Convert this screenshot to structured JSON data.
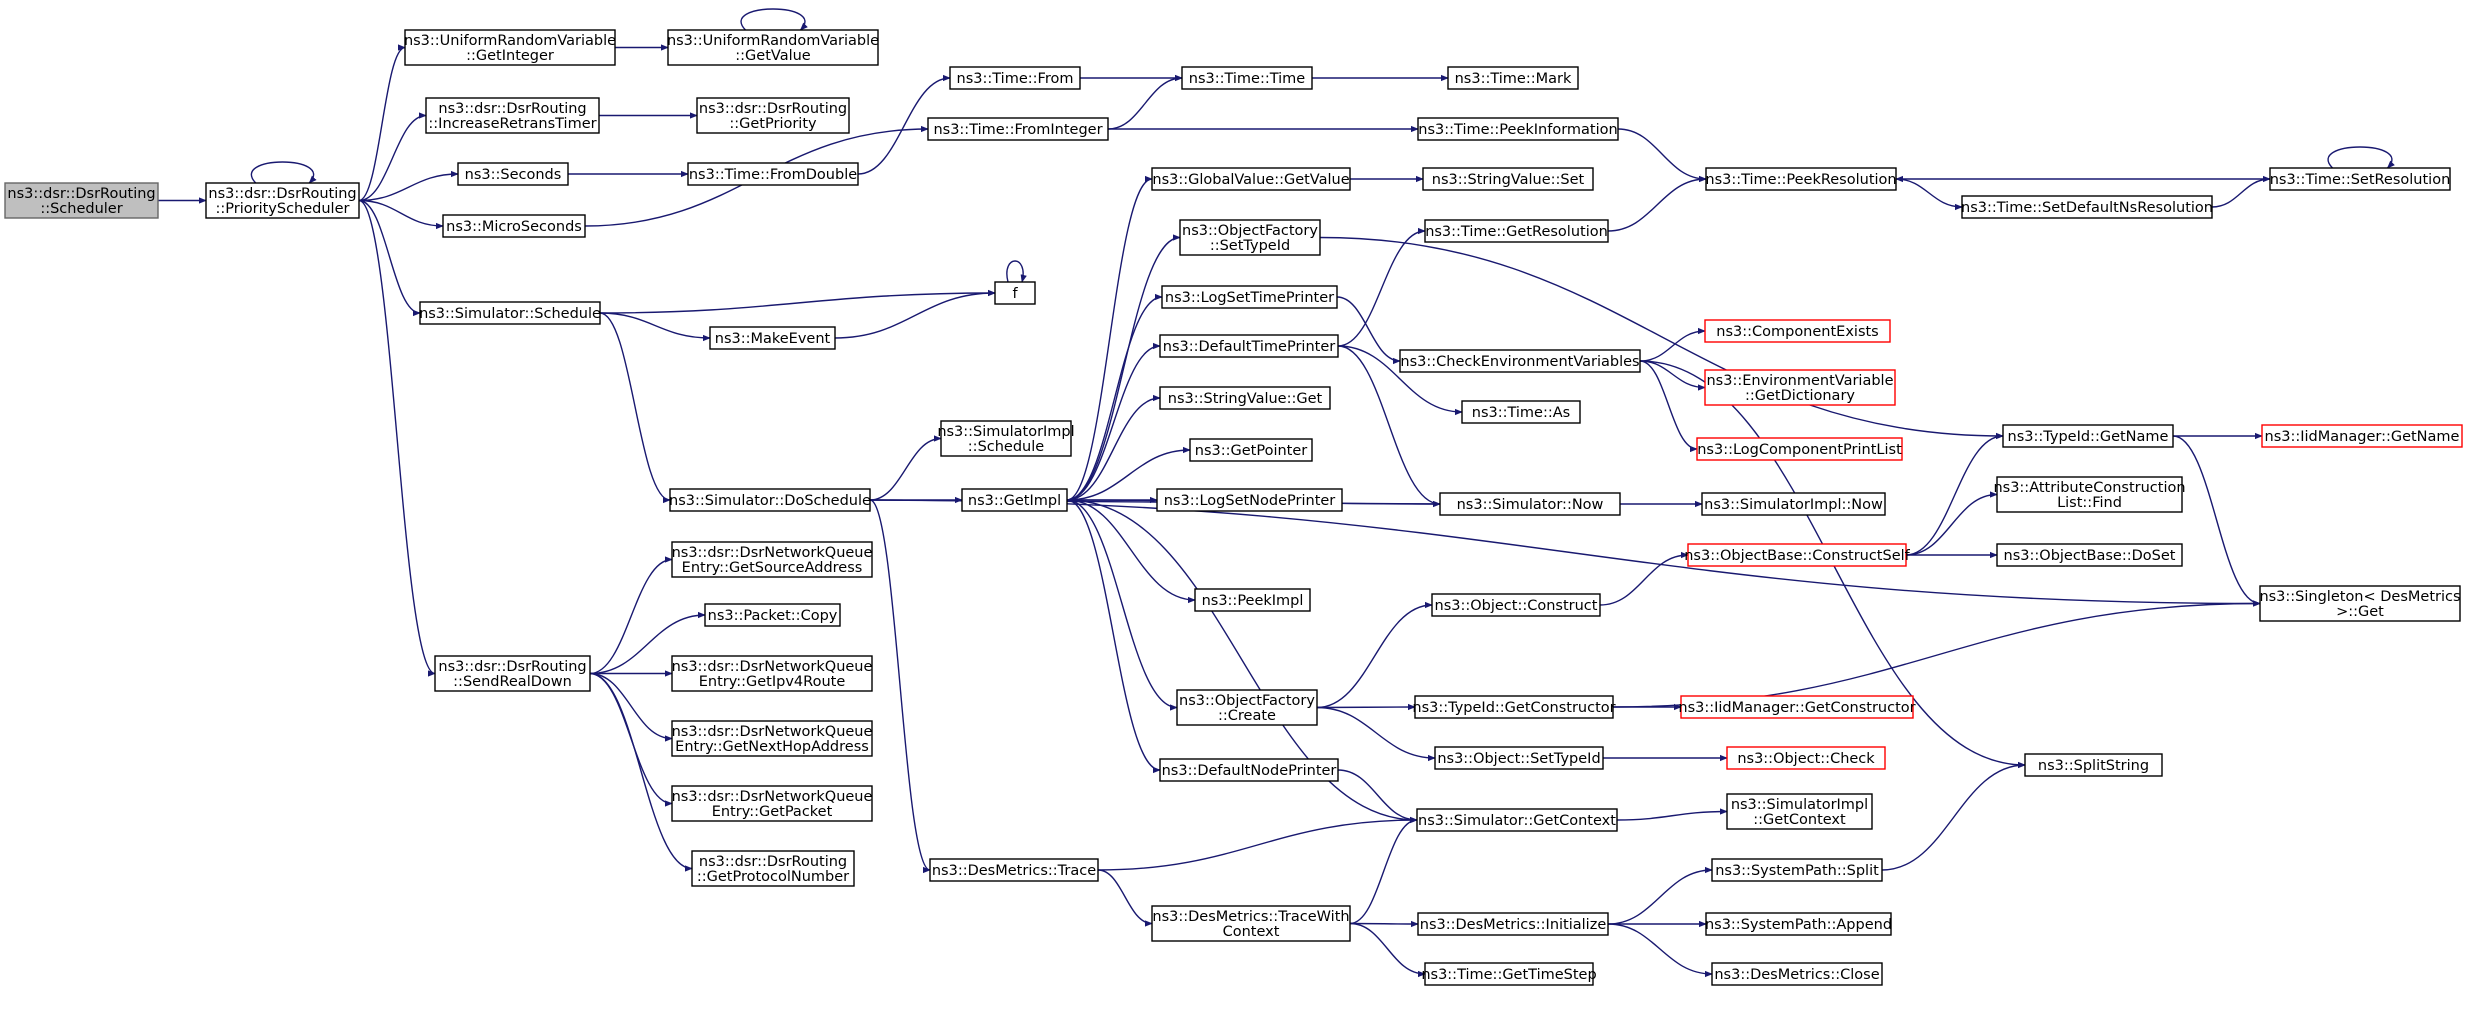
{
  "colors": {
    "edge": "#191970",
    "root_fill": "#bfbfbf",
    "truncated_border": "#ff0000",
    "border": "#000000"
  },
  "nodes": [
    {
      "id": "scheduler",
      "lines": [
        "ns3::dsr::DsrRouting",
        "::Scheduler"
      ],
      "root": true
    },
    {
      "id": "priosched",
      "lines": [
        "ns3::dsr::DsrRouting",
        "::PriorityScheduler"
      ]
    },
    {
      "id": "urvgetint",
      "lines": [
        "ns3::UniformRandomVariable",
        "::GetInteger"
      ]
    },
    {
      "id": "urvgetval",
      "lines": [
        "ns3::UniformRandomVariable",
        "::GetValue"
      ]
    },
    {
      "id": "incretrans",
      "lines": [
        "ns3::dsr::DsrRouting",
        "::IncreaseRetransTimer"
      ]
    },
    {
      "id": "getprio",
      "lines": [
        "ns3::dsr::DsrRouting",
        "::GetPriority"
      ]
    },
    {
      "id": "seconds",
      "lines": [
        "ns3::Seconds"
      ]
    },
    {
      "id": "fromdouble",
      "lines": [
        "ns3::Time::FromDouble"
      ]
    },
    {
      "id": "microsec",
      "lines": [
        "ns3::MicroSeconds"
      ]
    },
    {
      "id": "timefrom",
      "lines": [
        "ns3::Time::From"
      ]
    },
    {
      "id": "fromint",
      "lines": [
        "ns3::Time::FromInteger"
      ]
    },
    {
      "id": "timetime",
      "lines": [
        "ns3::Time::Time"
      ]
    },
    {
      "id": "timemark",
      "lines": [
        "ns3::Time::Mark"
      ]
    },
    {
      "id": "peekinfo",
      "lines": [
        "ns3::Time::PeekInformation"
      ]
    },
    {
      "id": "peekres",
      "lines": [
        "ns3::Time::PeekResolution"
      ]
    },
    {
      "id": "setres",
      "lines": [
        "ns3::Time::SetResolution"
      ]
    },
    {
      "id": "setdefres",
      "lines": [
        "ns3::Time::SetDefaultNsResolution"
      ]
    },
    {
      "id": "gvgetval",
      "lines": [
        "ns3::GlobalValue::GetValue"
      ]
    },
    {
      "id": "svset",
      "lines": [
        "ns3::StringValue::Set"
      ]
    },
    {
      "id": "ofsettypeid",
      "lines": [
        "ns3::ObjectFactory",
        "::SetTypeId"
      ]
    },
    {
      "id": "getresol",
      "lines": [
        "ns3::Time::GetResolution"
      ]
    },
    {
      "id": "logsettime",
      "lines": [
        "ns3::LogSetTimePrinter"
      ]
    },
    {
      "id": "deftimeprinter",
      "lines": [
        "ns3::DefaultTimePrinter"
      ]
    },
    {
      "id": "checkenv",
      "lines": [
        "ns3::CheckEnvironmentVariables"
      ]
    },
    {
      "id": "compexists",
      "lines": [
        "ns3::ComponentExists"
      ],
      "truncated": true
    },
    {
      "id": "envgetdict",
      "lines": [
        "ns3::EnvironmentVariable",
        "::GetDictionary"
      ],
      "truncated": true
    },
    {
      "id": "logcompprint",
      "lines": [
        "ns3::LogComponentPrintList"
      ],
      "truncated": true
    },
    {
      "id": "timeas",
      "lines": [
        "ns3::Time::As"
      ]
    },
    {
      "id": "typeidgetname",
      "lines": [
        "ns3::TypeId::GetName"
      ]
    },
    {
      "id": "iidgetname",
      "lines": [
        "ns3::IidManager::GetName"
      ],
      "truncated": true
    },
    {
      "id": "simschedule",
      "lines": [
        "ns3::Simulator::Schedule"
      ]
    },
    {
      "id": "fnode",
      "lines": [
        "f"
      ]
    },
    {
      "id": "makeevent",
      "lines": [
        "ns3::MakeEvent"
      ]
    },
    {
      "id": "svget",
      "lines": [
        "ns3::StringValue::Get"
      ]
    },
    {
      "id": "simimplsched",
      "lines": [
        "ns3::SimulatorImpl",
        "::Schedule"
      ]
    },
    {
      "id": "getpointer",
      "lines": [
        "ns3::GetPointer"
      ]
    },
    {
      "id": "dosched",
      "lines": [
        "ns3::Simulator::DoSchedule"
      ]
    },
    {
      "id": "getimpl",
      "lines": [
        "ns3::GetImpl"
      ]
    },
    {
      "id": "logsetnode",
      "lines": [
        "ns3::LogSetNodePrinter"
      ]
    },
    {
      "id": "simnow",
      "lines": [
        "ns3::Simulator::Now"
      ]
    },
    {
      "id": "simimplnow",
      "lines": [
        "ns3::SimulatorImpl::Now"
      ]
    },
    {
      "id": "attrfind",
      "lines": [
        "ns3::AttributeConstruction",
        "List::Find"
      ]
    },
    {
      "id": "constructself",
      "lines": [
        "ns3::ObjectBase::ConstructSelf"
      ],
      "truncated": true
    },
    {
      "id": "doset",
      "lines": [
        "ns3::ObjectBase::DoSet"
      ]
    },
    {
      "id": "peekimpl",
      "lines": [
        "ns3::PeekImpl"
      ]
    },
    {
      "id": "objconstruct",
      "lines": [
        "ns3::Object::Construct"
      ]
    },
    {
      "id": "singleton",
      "lines": [
        "ns3::Singleton< DesMetrics",
        " >::Get"
      ]
    },
    {
      "id": "getsrcaddr",
      "lines": [
        "ns3::dsr::DsrNetworkQueue",
        "Entry::GetSourceAddress"
      ]
    },
    {
      "id": "pktcopy",
      "lines": [
        "ns3::Packet::Copy"
      ]
    },
    {
      "id": "sendrealdown",
      "lines": [
        "ns3::dsr::DsrRouting",
        "::SendRealDown"
      ]
    },
    {
      "id": "getipv4",
      "lines": [
        "ns3::dsr::DsrNetworkQueue",
        "Entry::GetIpv4Route"
      ]
    },
    {
      "id": "getnexthop",
      "lines": [
        "ns3::dsr::DsrNetworkQueue",
        "Entry::GetNextHopAddress"
      ]
    },
    {
      "id": "getpacket",
      "lines": [
        "ns3::dsr::DsrNetworkQueue",
        "Entry::GetPacket"
      ]
    },
    {
      "id": "getproto",
      "lines": [
        "ns3::dsr::DsrRouting",
        "::GetProtocolNumber"
      ]
    },
    {
      "id": "ofcreate",
      "lines": [
        "ns3::ObjectFactory",
        "::Create"
      ]
    },
    {
      "id": "getconstructor",
      "lines": [
        "ns3::TypeId::GetConstructor"
      ]
    },
    {
      "id": "iidgetconstructor",
      "lines": [
        "ns3::IidManager::GetConstructor"
      ],
      "truncated": true
    },
    {
      "id": "objsettypeid",
      "lines": [
        "ns3::Object::SetTypeId"
      ]
    },
    {
      "id": "objcheck",
      "lines": [
        "ns3::Object::Check"
      ],
      "truncated": true
    },
    {
      "id": "splitstring",
      "lines": [
        "ns3::SplitString"
      ]
    },
    {
      "id": "defnodeprinter",
      "lines": [
        "ns3::DefaultNodePrinter"
      ]
    },
    {
      "id": "simgetctx",
      "lines": [
        "ns3::Simulator::GetContext"
      ]
    },
    {
      "id": "simimplgetctx",
      "lines": [
        "ns3::SimulatorImpl",
        "::GetContext"
      ]
    },
    {
      "id": "dmtrace",
      "lines": [
        "ns3::DesMetrics::Trace"
      ]
    },
    {
      "id": "syspathsplit",
      "lines": [
        "ns3::SystemPath::Split"
      ]
    },
    {
      "id": "dmtracewith",
      "lines": [
        "ns3::DesMetrics::TraceWith",
        "Context"
      ]
    },
    {
      "id": "dminit",
      "lines": [
        "ns3::DesMetrics::Initialize"
      ]
    },
    {
      "id": "syspathappend",
      "lines": [
        "ns3::SystemPath::Append"
      ]
    },
    {
      "id": "timegetstep",
      "lines": [
        "ns3::Time::GetTimeStep"
      ]
    },
    {
      "id": "dmclose",
      "lines": [
        "ns3::DesMetrics::Close"
      ]
    }
  ],
  "edges": [
    [
      "scheduler",
      "priosched"
    ],
    [
      "priosched",
      "priosched"
    ],
    [
      "priosched",
      "urvgetint"
    ],
    [
      "urvgetint",
      "urvgetval"
    ],
    [
      "urvgetval",
      "urvgetval"
    ],
    [
      "priosched",
      "incretrans"
    ],
    [
      "incretrans",
      "getprio"
    ],
    [
      "priosched",
      "seconds"
    ],
    [
      "seconds",
      "fromdouble"
    ],
    [
      "priosched",
      "microsec"
    ],
    [
      "microsec",
      "fromint"
    ],
    [
      "fromdouble",
      "timefrom"
    ],
    [
      "timefrom",
      "timetime"
    ],
    [
      "fromint",
      "timetime"
    ],
    [
      "timetime",
      "timemark"
    ],
    [
      "fromint",
      "peekinfo"
    ],
    [
      "peekinfo",
      "peekres"
    ],
    [
      "setres",
      "peekres"
    ],
    [
      "peekres",
      "setdefres"
    ],
    [
      "setdefres",
      "setres"
    ],
    [
      "setres",
      "setres"
    ],
    [
      "gvgetval",
      "svset"
    ],
    [
      "getresol",
      "peekres"
    ],
    [
      "ofsettypeid",
      "typeidgetname"
    ],
    [
      "typeidgetname",
      "iidgetname"
    ],
    [
      "typeidgetname",
      "singleton"
    ],
    [
      "logsettime",
      "checkenv"
    ],
    [
      "deftimeprinter",
      "getresol"
    ],
    [
      "deftimeprinter",
      "timeas"
    ],
    [
      "deftimeprinter",
      "simnow"
    ],
    [
      "checkenv",
      "compexists"
    ],
    [
      "checkenv",
      "envgetdict"
    ],
    [
      "checkenv",
      "logcompprint"
    ],
    [
      "checkenv",
      "splitstring"
    ],
    [
      "priosched",
      "simschedule"
    ],
    [
      "simschedule",
      "fnode"
    ],
    [
      "fnode",
      "fnode"
    ],
    [
      "simschedule",
      "makeevent"
    ],
    [
      "makeevent",
      "fnode"
    ],
    [
      "simschedule",
      "dosched"
    ],
    [
      "priosched",
      "sendrealdown"
    ],
    [
      "dosched",
      "simimplsched"
    ],
    [
      "dosched",
      "getimpl"
    ],
    [
      "dosched",
      "simnow"
    ],
    [
      "dosched",
      "dmtrace"
    ],
    [
      "dosched",
      "singleton"
    ],
    [
      "getimpl",
      "gvgetval"
    ],
    [
      "getimpl",
      "ofsettypeid"
    ],
    [
      "getimpl",
      "logsettime"
    ],
    [
      "getimpl",
      "deftimeprinter"
    ],
    [
      "getimpl",
      "svget"
    ],
    [
      "getimpl",
      "getpointer"
    ],
    [
      "getimpl",
      "logsetnode"
    ],
    [
      "getimpl",
      "peekimpl"
    ],
    [
      "getimpl",
      "ofcreate"
    ],
    [
      "getimpl",
      "defnodeprinter"
    ],
    [
      "simnow",
      "getimpl"
    ],
    [
      "simnow",
      "simimplnow"
    ],
    [
      "constructself",
      "typeidgetname"
    ],
    [
      "constructself",
      "attrfind"
    ],
    [
      "constructself",
      "doset"
    ],
    [
      "objconstruct",
      "constructself"
    ],
    [
      "ofcreate",
      "objconstruct"
    ],
    [
      "ofcreate",
      "getconstructor"
    ],
    [
      "ofcreate",
      "objsettypeid"
    ],
    [
      "getconstructor",
      "iidgetconstructor"
    ],
    [
      "getconstructor",
      "singleton"
    ],
    [
      "objsettypeid",
      "objcheck"
    ],
    [
      "sendrealdown",
      "getsrcaddr"
    ],
    [
      "sendrealdown",
      "pktcopy"
    ],
    [
      "sendrealdown",
      "getipv4"
    ],
    [
      "sendrealdown",
      "getnexthop"
    ],
    [
      "sendrealdown",
      "getpacket"
    ],
    [
      "sendrealdown",
      "getproto"
    ],
    [
      "defnodeprinter",
      "simgetctx"
    ],
    [
      "simgetctx",
      "getimpl"
    ],
    [
      "simgetctx",
      "simimplgetctx"
    ],
    [
      "dmtrace",
      "simgetctx"
    ],
    [
      "dmtrace",
      "dmtracewith"
    ],
    [
      "dmtracewith",
      "simgetctx"
    ],
    [
      "dmtracewith",
      "dminit"
    ],
    [
      "dmtracewith",
      "timegetstep"
    ],
    [
      "dminit",
      "syspathsplit"
    ],
    [
      "dminit",
      "syspathappend"
    ],
    [
      "dminit",
      "dmclose"
    ],
    [
      "syspathsplit",
      "splitstring"
    ]
  ]
}
